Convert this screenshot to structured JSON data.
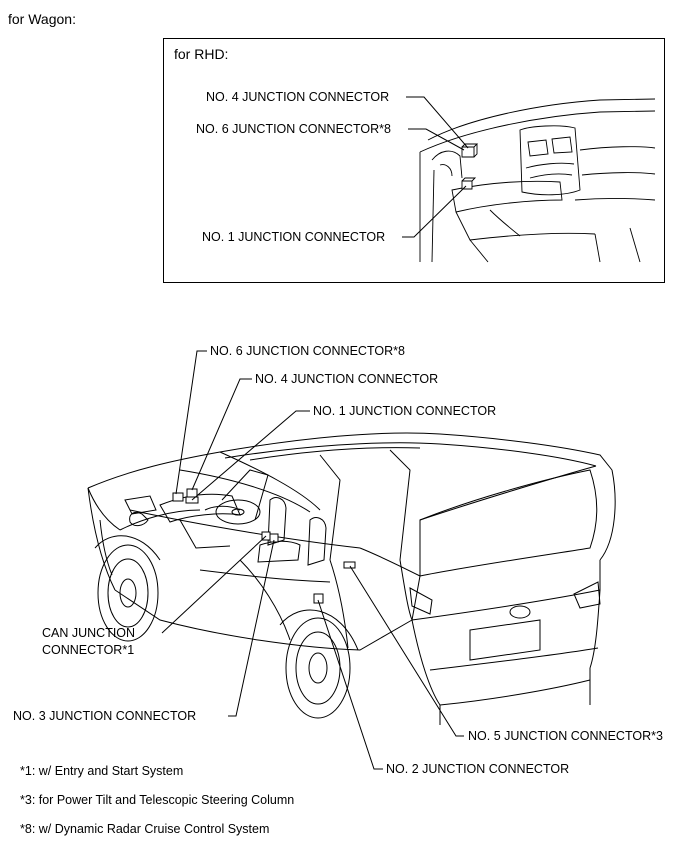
{
  "heading": "for Wagon:",
  "inset": {
    "title": "for RHD:",
    "labels": {
      "no4": "NO. 4 JUNCTION CONNECTOR",
      "no6": "NO. 6 JUNCTION CONNECTOR*8",
      "no1": "NO. 1 JUNCTION CONNECTOR"
    }
  },
  "main": {
    "labels": {
      "no6": "NO. 6 JUNCTION CONNECTOR*8",
      "no4": "NO. 4 JUNCTION CONNECTOR",
      "no1": "NO. 1 JUNCTION CONNECTOR",
      "can_line1": "CAN JUNCTION",
      "can_line2": "CONNECTOR*1",
      "no3": "NO. 3 JUNCTION CONNECTOR",
      "no5": "NO. 5 JUNCTION CONNECTOR*3",
      "no2": "NO. 2 JUNCTION CONNECTOR"
    }
  },
  "notes": [
    "*1: w/ Entry and Start System",
    "*3: for Power Tilt and Telescopic Steering Column",
    "*8: w/ Dynamic Radar Cruise Control System"
  ]
}
